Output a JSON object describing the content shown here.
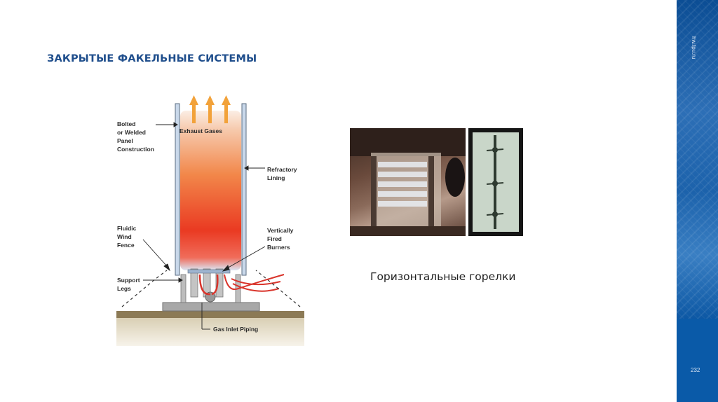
{
  "slide": {
    "title": "ЗАКРЫТЫЕ ФАКЕЛЬНЫЕ СИСТЕМЫ",
    "site": "hw.tpu.ru",
    "page_number": "232",
    "caption": "Горизонтальные горелки"
  },
  "diagram": {
    "labels": {
      "exhaust": "Exhaust Gases",
      "bolted": "Bolted\nor Welded\nPanel\nConstruction",
      "refractory": "Refractory\nLining",
      "fluidic": "Fluidic\nWind\nFence",
      "vertical": "Vertically\nFired\nBurners",
      "support": "Support\nLegs",
      "gas": "Gas Inlet Piping"
    }
  },
  "colors": {
    "title": "#1f4e8c",
    "sidebar": "#0a5aa8",
    "flame_top": "#f7d7c4",
    "flame_mid": "#f0843c",
    "flame_bottom": "#e82a1e",
    "arrow": "#f2a23a"
  }
}
